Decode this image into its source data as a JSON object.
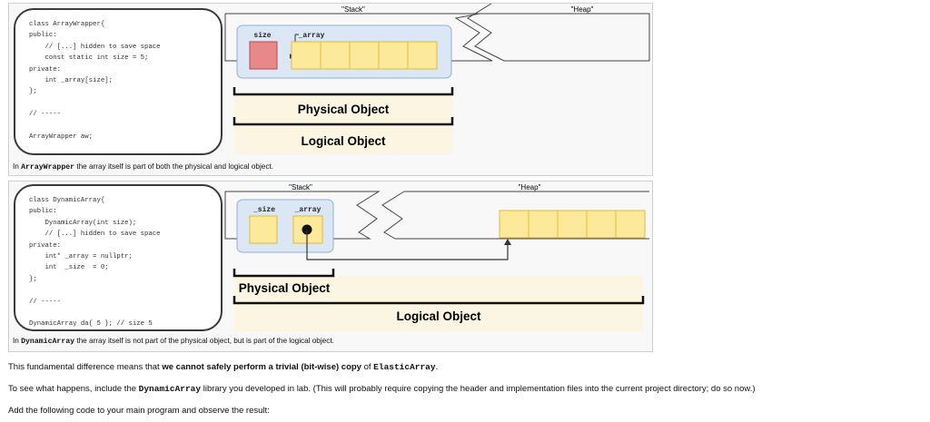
{
  "figure1": {
    "code": "class ArrayWrapper{\npublic:\n    // [...] hidden to save space\n    const static int size = 5;\nprivate:\n    int _array[size];\n};\n\n// -----\n\nArrayWrapper aw;",
    "stack_label": "\"Stack\"",
    "heap_label": "\"Heap\"",
    "size_label": "size",
    "array_label": "_array",
    "physical_label": "Physical Object",
    "logical_label": "Logical Object",
    "caption": {
      "prefix": "In ",
      "code": "ArrayWrapper",
      "suffix": " the array itself is part of both the physical and logical object."
    }
  },
  "figure2": {
    "code": "class DynamicArray{\npublic:\n    DynamicArray(int size);\n    // [...] hidden to save space\nprivate:\n    int* _array = nullptr;\n    int  _size  = 0;\n};\n\n// -----\n\nDynamicArray da{ 5 }; // size 5",
    "stack_label": "\"Stack\"",
    "heap_label": "\"Heap\"",
    "size_label": "_size",
    "array_label": "_array",
    "physical_label": "Physical Object",
    "logical_label": "Logical Object",
    "caption": {
      "prefix": "In ",
      "code": "DynamicArray",
      "suffix": " the array itself is not part of the physical object, but is part of the logical object."
    }
  },
  "paragraphs": {
    "p1_prefix": "This fundamental difference means that ",
    "p1_bold": "we cannot safely perform a trivial (bit-wise) copy",
    "p1_mid": " of ",
    "p1_code": "ElasticArray",
    "p1_suffix": ".",
    "p2_prefix": "To see what happens, include the ",
    "p2_code": "DynamicArray",
    "p2_suffix": " library you developed in lab. (This will probably require copying the header and implementation files into the current project directory; do so now.)",
    "p3": "Add the following code to your main program and observe the result:"
  },
  "colors": {
    "stack_group_fill": "#dbe7f5",
    "stack_group_stroke": "#8fb0d8",
    "cell_fill": "#fde99a",
    "cell_stroke": "#e2b93b",
    "size_cell_fill": "#e8888a",
    "size_cell_stroke": "#b84a4a",
    "brace_fill": "#fbf5e2"
  }
}
